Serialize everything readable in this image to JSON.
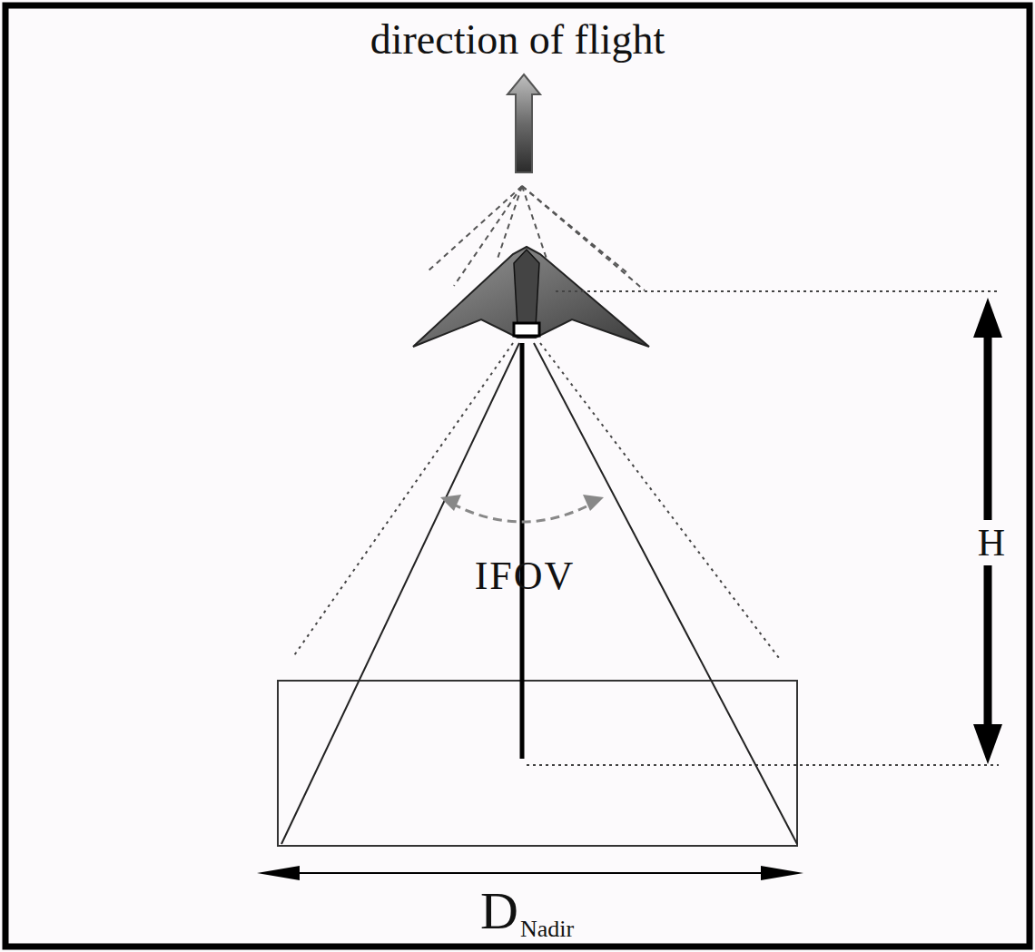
{
  "diagram": {
    "labels": [
      "direction of flight",
      "IFOV",
      "H",
      "D",
      "Nadir"
    ]
  }
}
